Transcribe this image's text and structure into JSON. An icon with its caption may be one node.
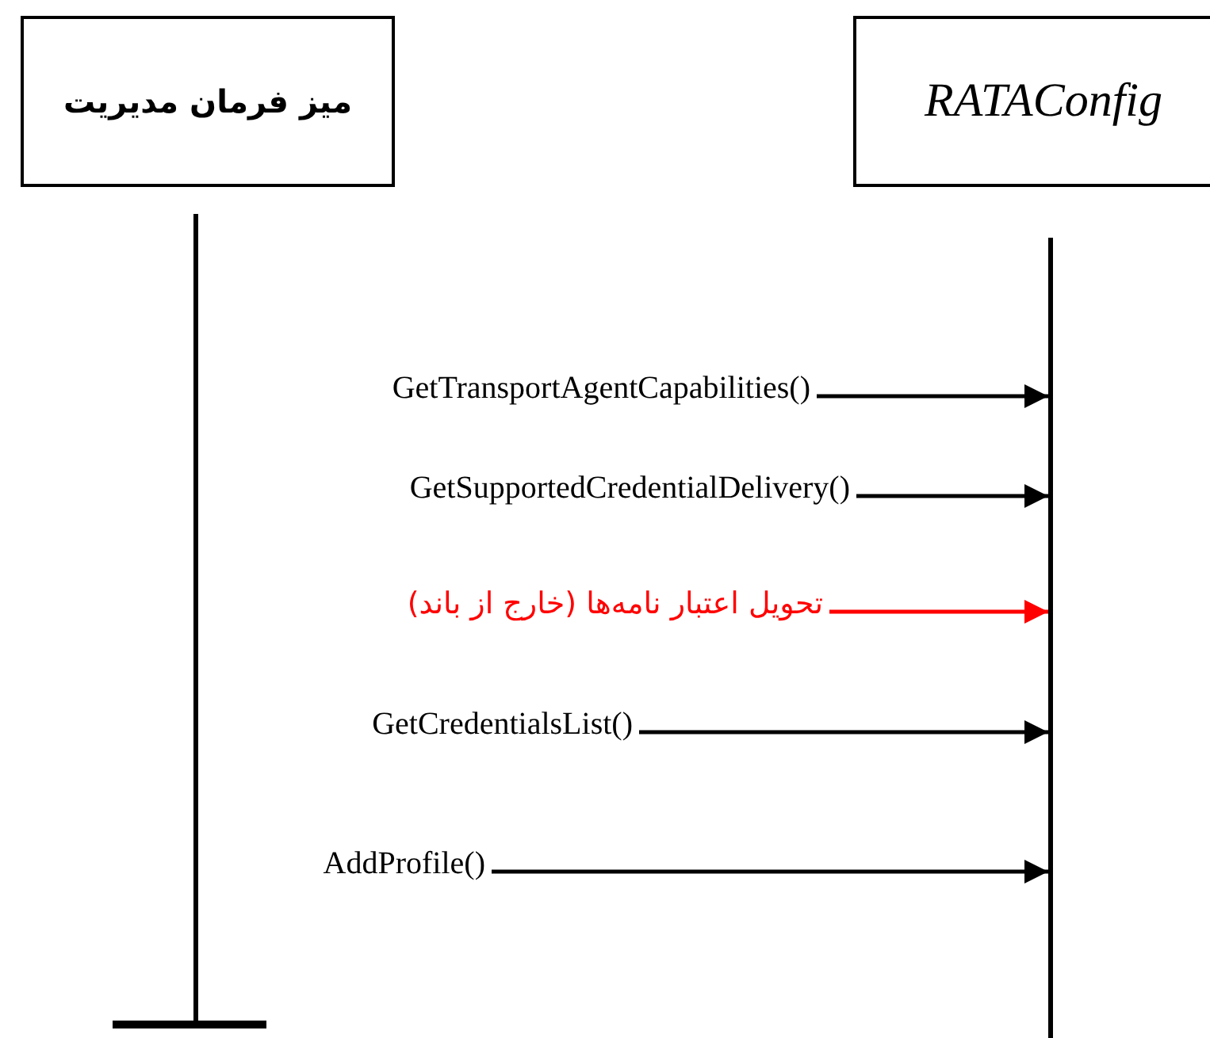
{
  "diagram": {
    "nodes": [
      {
        "text": [
          "میز فرمان مدیریت"
        ]
      },
      {
        "text": [
          "RATAConfig"
        ]
      },
      {
        "text": [],
        "shape": "bar"
      },
      {
        "text": [],
        "shape": "bar"
      }
    ],
    "edges": [
      {
        "from": null,
        "to": 3,
        "arrow": "to",
        "label": "GetTransportAgentCapabilities()"
      },
      {
        "from": null,
        "to": 3,
        "arrow": "to",
        "label": "GetSupportedCredentialDelivery()"
      },
      {
        "from": null,
        "to": 3,
        "arrow": "to",
        "label": "تحویل اعتبار نامه‌ها (خارج از باند)",
        "color": "#ff0000"
      },
      {
        "from": null,
        "to": 3,
        "arrow": "to",
        "label": "GetCredentialsList()"
      },
      {
        "from": null,
        "to": 3,
        "arrow": "to",
        "label": "AddProfile()"
      }
    ]
  }
}
